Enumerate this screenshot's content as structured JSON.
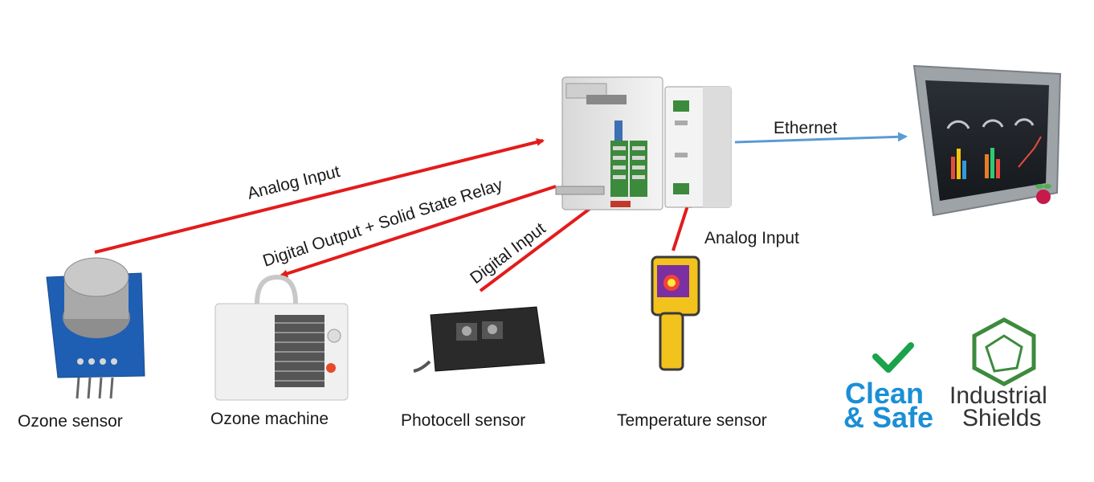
{
  "devices": {
    "ozone_sensor": "Ozone sensor",
    "ozone_machine": "Ozone machine",
    "photocell_sensor": "Photocell sensor",
    "temperature_sensor": "Temperature sensor"
  },
  "connections": {
    "ozone_sensor_to_plc": "Analog Input",
    "plc_to_ozone_machine": "Digital Output + Solid State Relay",
    "photocell_to_plc": "Digital Input",
    "temperature_to_plc": "Analog Input",
    "plc_to_panel": "Ethernet"
  },
  "logos": {
    "clean_safe_line1": "Clean",
    "clean_safe_line2": "& Safe",
    "industrial_shields_line1": "Industrial",
    "industrial_shields_line2": "Shields"
  },
  "colors": {
    "arrow_red": "#e31b1b",
    "arrow_blue": "#5b9bd5",
    "clean_safe_blue": "#1a8fd6",
    "check_green": "#1aa34a",
    "shields_green": "#3d8b3d"
  },
  "icons": [
    "plc-controller-icon",
    "power-supply-icon",
    "touch-panel-icon",
    "raspberry-pi-icon",
    "ozone-sensor-icon",
    "ozone-machine-icon",
    "photocell-sensor-icon",
    "thermal-camera-icon",
    "checkmark-icon",
    "hexagon-shield-icon"
  ]
}
